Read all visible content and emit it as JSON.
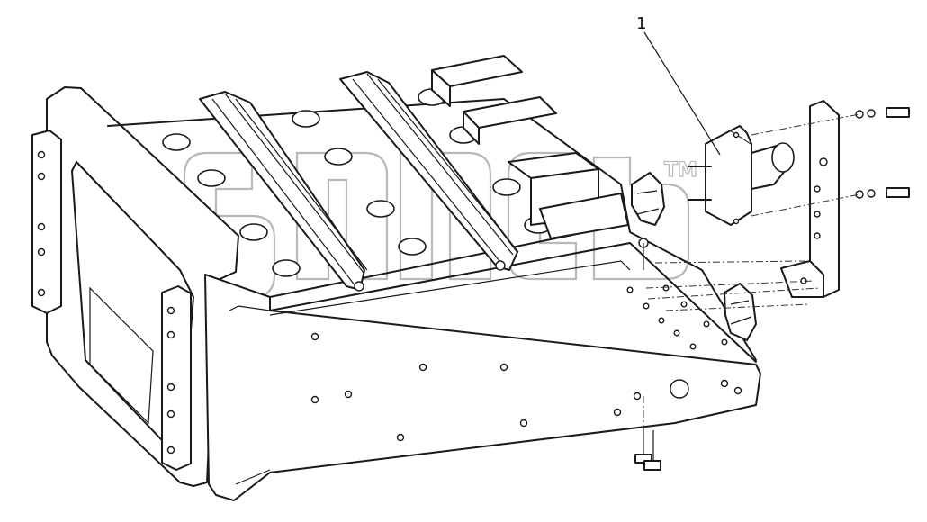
{
  "diagram": {
    "callouts": [
      {
        "id": "1",
        "text": "1"
      }
    ],
    "watermark": {
      "mark": "TM"
    }
  }
}
